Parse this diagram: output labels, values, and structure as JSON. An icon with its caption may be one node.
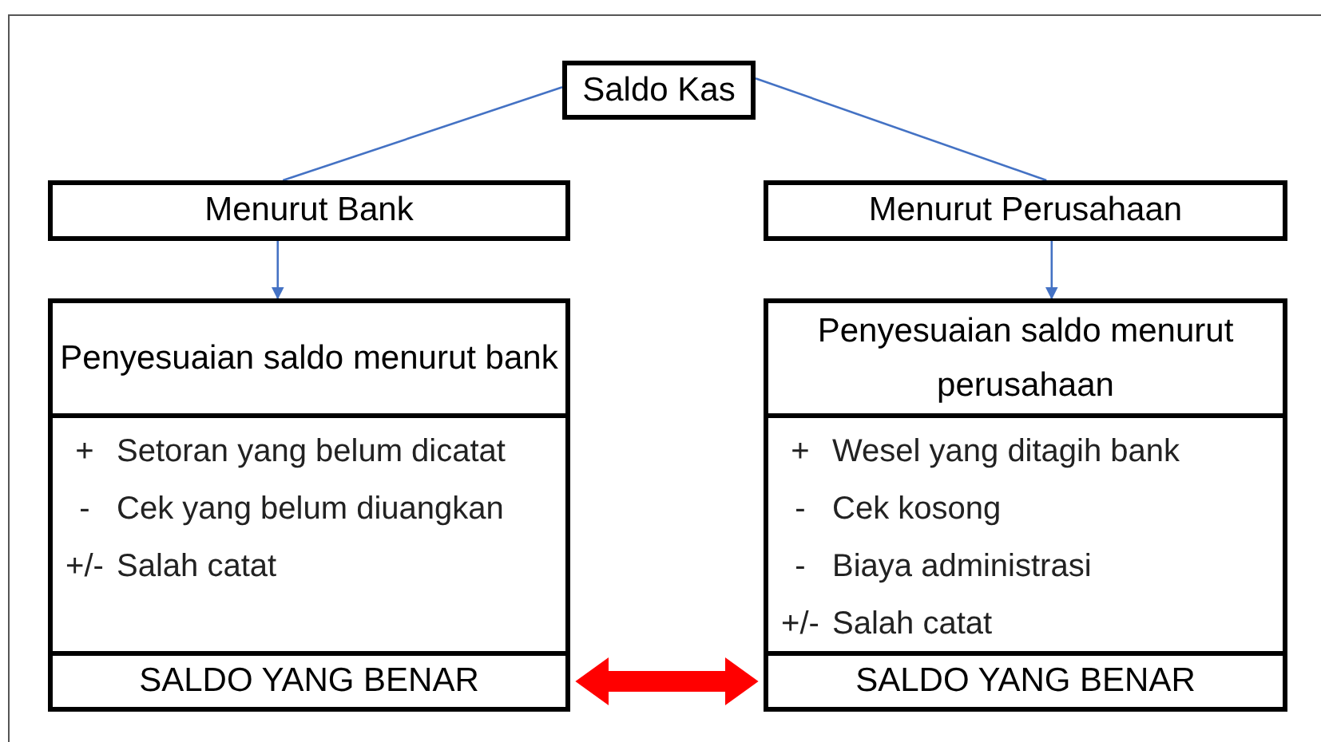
{
  "diagram": {
    "nodes": [
      {
        "text": [
          "Saldo Kas"
        ]
      },
      {
        "text": [
          "Menurut Bank"
        ]
      },
      {
        "text": [
          "Menurut Perusahaan"
        ]
      },
      {
        "text": [
          "Penyesuaian saldo menurut bank"
        ]
      },
      {
        "text": [
          "+",
          "Setoran yang belum dicatat",
          "-",
          "Cek yang belum diuangkan",
          "+/-",
          "Salah catat"
        ]
      },
      {
        "text": [
          "SALDO YANG BENAR"
        ]
      },
      {
        "text": [
          "Penyesuaian saldo menurut perusahaan"
        ]
      },
      {
        "text": [
          "+",
          "Wesel yang ditagih bank",
          "-",
          "Cek kosong",
          "-",
          "Biaya administrasi",
          "+/-",
          "Salah catat"
        ]
      },
      {
        "text": [
          "SALDO YANG BENAR"
        ]
      }
    ],
    "edges": [
      {
        "from": 0,
        "to": 1,
        "arrow": "none"
      },
      {
        "from": 0,
        "to": 2,
        "arrow": "none"
      },
      {
        "from": 1,
        "to": 3,
        "arrow": "to"
      },
      {
        "from": 2,
        "to": 6,
        "arrow": "to"
      },
      {
        "from": 5,
        "to": 8,
        "arrow": "both",
        "style": "thick",
        "color": "#ff0000"
      }
    ]
  }
}
